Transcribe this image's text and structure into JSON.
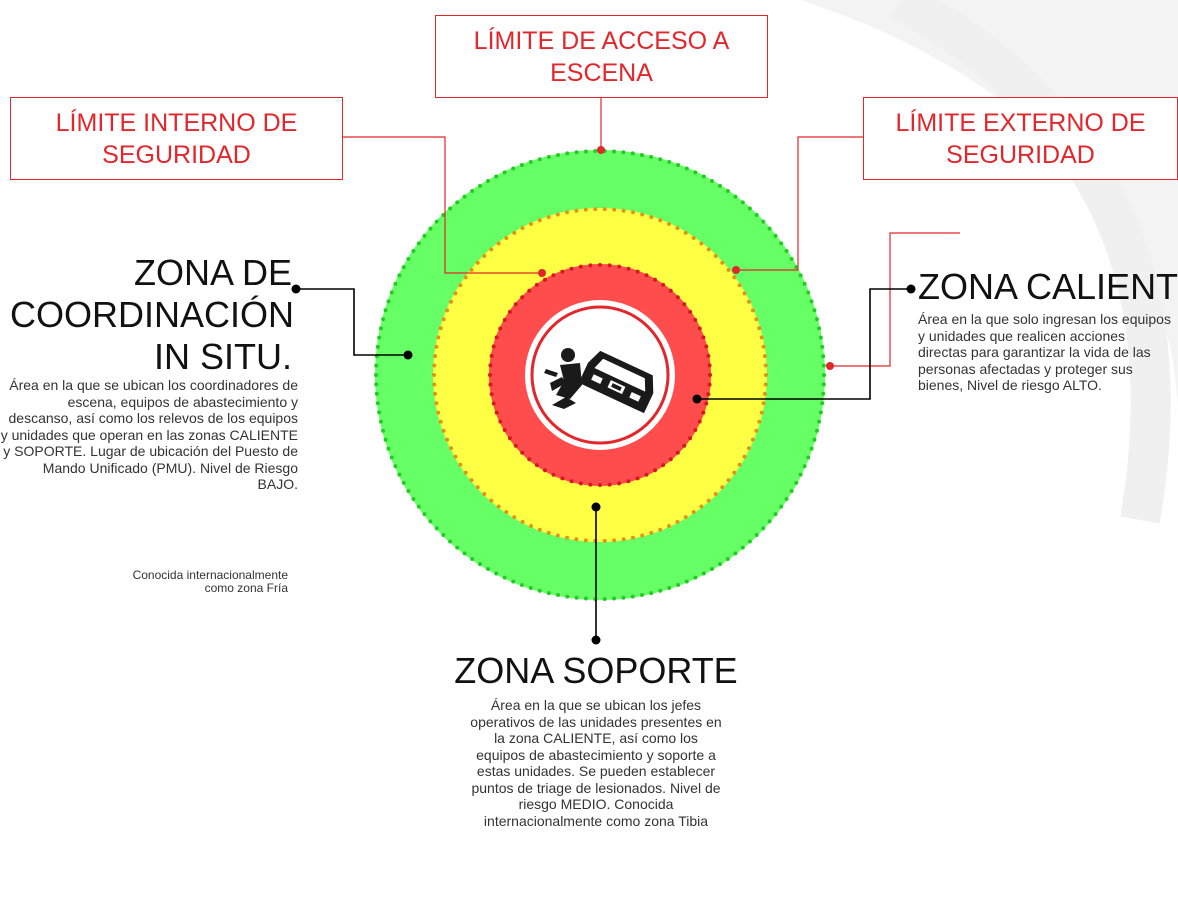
{
  "colors": {
    "red_line": "#e3262b",
    "green_zone": "#66ff66",
    "yellow_zone": "#ffff44",
    "red_zone": "#ff4c4c",
    "green_dots": "#22cc22",
    "orange_dots": "#e0941a",
    "red_dots": "#d41a1a",
    "black_line": "#000000"
  },
  "labels": {
    "limite_acceso": "LÍMITE DE ACCESO A ESCENA",
    "limite_interno": "LÍMITE INTERNO DE SEGURIDAD",
    "limite_externo": "LÍMITE EXTERNO DE SEGURIDAD"
  },
  "zonas": {
    "coordinacion": {
      "title": "ZONA DE COORDINACIÓN IN SITU.",
      "description": "Área en la que se ubican los coordinadores de escena, equipos de abastecimiento y descanso, así como los relevos de los equipos y unidades que operan en las zonas CALIENTE y SOPORTE. Lugar de ubicación del Puesto de Mando Unificado (PMU). Nivel de Riesgo BAJO.",
      "note": "Conocida internacionalmente como zona Fría"
    },
    "caliente": {
      "title": "ZONA CALIENTE",
      "description": "Área en la que solo ingresan los equipos y unidades que realicen acciones directas para garantizar la vida de las personas afectadas y proteger sus bienes, Nivel de riesgo ALTO."
    },
    "soporte": {
      "title": "ZONA SOPORTE",
      "description": "Área en la que se ubican los jefes operativos de las unidades presentes en la zona CALIENTE, así como los equipos de abastecimiento y soporte a estas unidades. Se pueden establecer puntos de triage de lesionados. Nivel de riesgo MEDIO. Conocida internacionalmente como zona Tibia"
    }
  },
  "icons": {
    "center": "car-accident-icon"
  }
}
